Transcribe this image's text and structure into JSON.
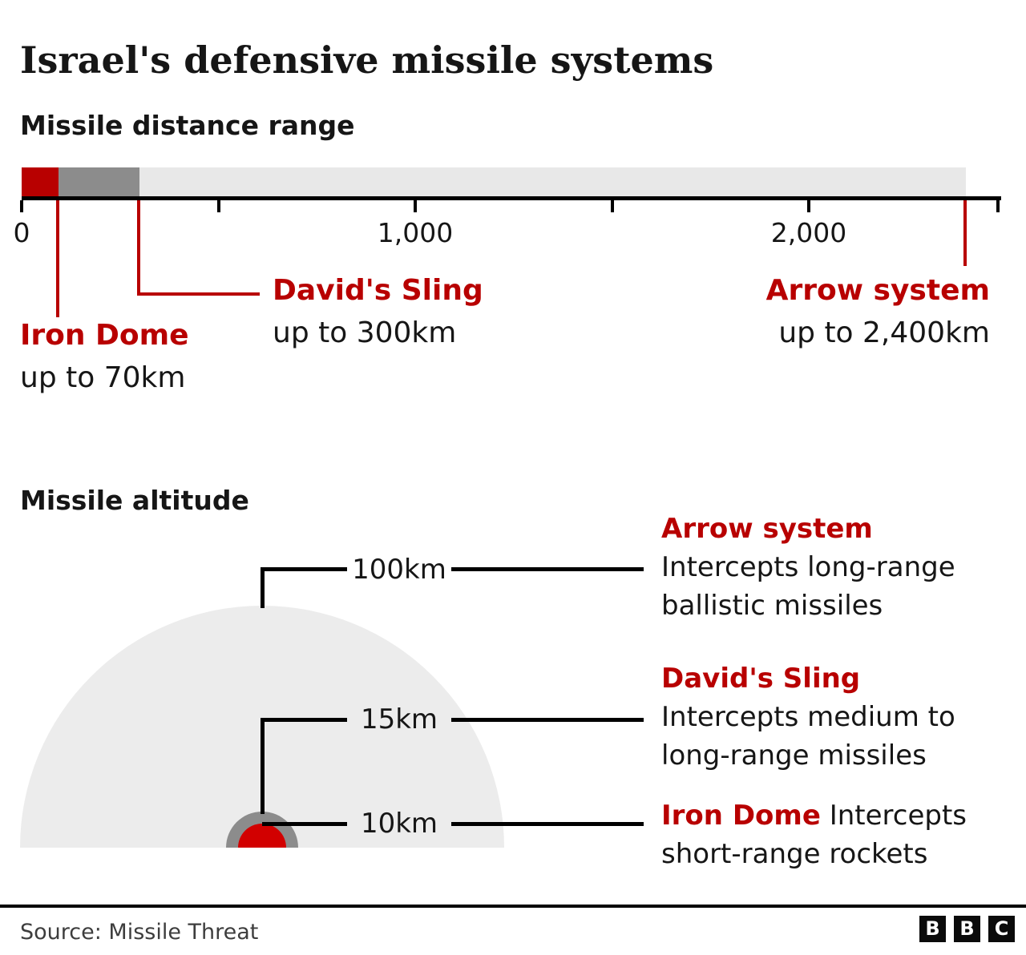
{
  "title": "Israel's defensive missile systems",
  "range_section": {
    "heading": "Missile distance range",
    "tick_labels": [
      {
        "km": 0,
        "label": "0"
      },
      {
        "km": 1000,
        "label": "1,000"
      },
      {
        "km": 2000,
        "label": "2,000"
      }
    ],
    "systems": [
      {
        "name": "Iron Dome",
        "range_label": "up to 70km"
      },
      {
        "name": "David's Sling",
        "range_label": "up to 300km"
      },
      {
        "name": "Arrow system",
        "range_label": "up to 2,400km"
      }
    ]
  },
  "altitude_section": {
    "heading": "Missile altitude",
    "callouts": [
      {
        "label": "100km"
      },
      {
        "label": "15km"
      },
      {
        "label": "10km"
      }
    ],
    "descriptions": [
      {
        "name": "Arrow system",
        "line1": "Intercepts long-range",
        "line2": "ballistic missiles"
      },
      {
        "name": "David's Sling",
        "line1": "Intercepts medium to",
        "line2": "long-range missiles"
      },
      {
        "name": "Iron Dome",
        "rest_of_line": "Intercepts",
        "line2": "short-range rockets"
      }
    ]
  },
  "footer": {
    "source": "Source: Missile Threat",
    "logo_letters": [
      "B",
      "B",
      "C"
    ]
  },
  "colors": {
    "red": "#b80000",
    "dome_red": "#d20000",
    "mid_gray": "#8c8c8c",
    "light_gray": "#e8e8e8",
    "dome_light_gray": "#ececec",
    "text": "#161616",
    "line": "#000000"
  },
  "chart_data": [
    {
      "type": "bar",
      "title": "Missile distance range",
      "orientation": "horizontal",
      "unit": "km",
      "note": "single bar, overlapping ranges drawn as nested segments starting at 0",
      "series": [
        {
          "name": "Iron Dome",
          "value": 70,
          "color": "#b80000"
        },
        {
          "name": "David's Sling",
          "value": 300,
          "color": "#8c8c8c"
        },
        {
          "name": "Arrow system",
          "value": 2400,
          "color": "#e8e8e8"
        }
      ],
      "axis": {
        "min": 0,
        "max": 2500,
        "ticks": [
          0,
          500,
          1000,
          1500,
          2000,
          2500
        ],
        "labeled_ticks": [
          0,
          1000,
          2000
        ]
      }
    },
    {
      "type": "area",
      "subtype": "concentric-semicircles",
      "title": "Missile altitude",
      "unit": "km",
      "series": [
        {
          "name": "Arrow system",
          "altitude_km": 100,
          "label": "100km",
          "description": "Intercepts long-range ballistic missiles",
          "color": "#ececec"
        },
        {
          "name": "David's Sling",
          "altitude_km": 15,
          "label": "15km",
          "description": "Intercepts medium to long-range missiles",
          "color": "#8c8c8c"
        },
        {
          "name": "Iron Dome",
          "altitude_km": 10,
          "label": "10km",
          "description": "Intercepts short-range rockets",
          "color": "#d20000"
        }
      ]
    }
  ]
}
